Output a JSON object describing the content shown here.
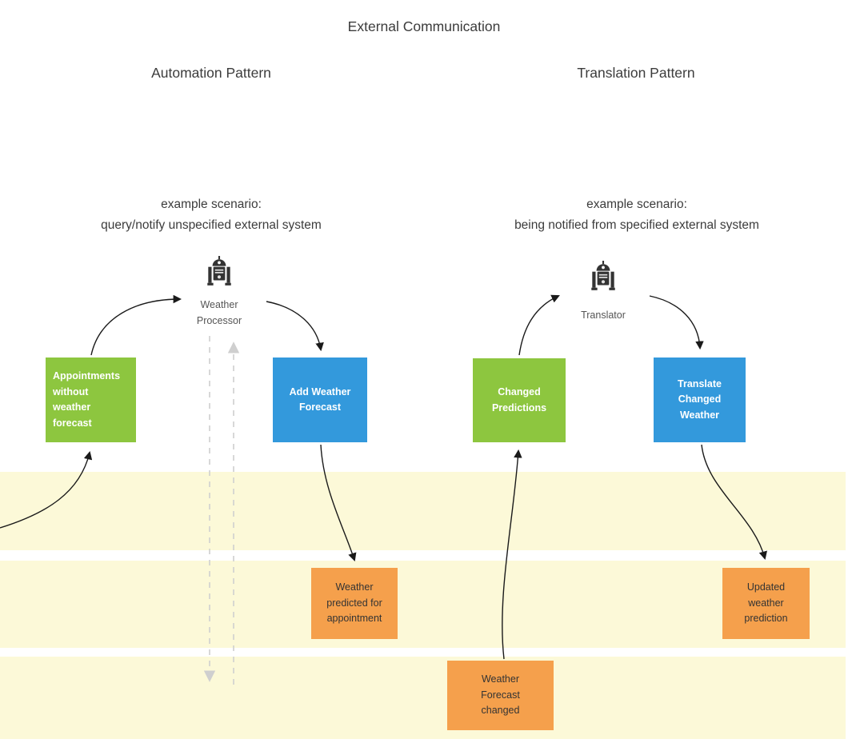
{
  "title": "External Communication",
  "colors": {
    "green": "#8DC63F",
    "blue": "#3399DC",
    "orange": "#F5A04C",
    "lane": "#FCF9D8",
    "arrow": "#1a1a1a",
    "dashed_arrow": "#cfcfcf"
  },
  "automation": {
    "heading": "Automation Pattern",
    "scenario_label": "example scenario:",
    "scenario_desc": "query/notify unspecified external system",
    "actor": "Weather\nProcessor",
    "source_box": "Appointments\nwithout\nweather\nforecast",
    "command_box": "Add Weather\nForecast",
    "event_box": "Weather\npredicted for\nappointment"
  },
  "translation": {
    "heading": "Translation Pattern",
    "scenario_label": "example scenario:",
    "scenario_desc": "being notified from specified external system",
    "actor": "Translator",
    "source_box": "Changed\nPredictions",
    "command_box": "Translate\nChanged\nWeather",
    "event_out_box": "Updated\nweather\nprediction",
    "event_in_box": "Weather\nForecast\nchanged"
  }
}
